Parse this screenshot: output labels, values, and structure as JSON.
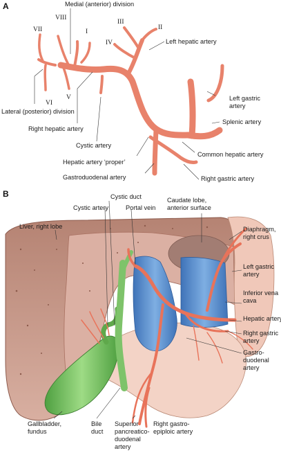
{
  "panels": {
    "a": {
      "letter": "A"
    },
    "b": {
      "letter": "B"
    }
  },
  "panel_a": {
    "segments": {
      "s1": "I",
      "s2": "II",
      "s3": "III",
      "s4": "IV",
      "s5": "V",
      "s6": "VI",
      "s7": "VII",
      "s8": "VIII"
    },
    "labels": {
      "medial_division": "Medial (anterior) division",
      "left_hepatic": "Left hepatic artery",
      "lateral_division": "Lateral (posterior) division",
      "right_hepatic": "Right hepatic artery",
      "cystic": "Cystic artery",
      "hepatic_proper": "Hepatic artery ‘proper’",
      "gastroduodenal": "Gastroduodenal artery",
      "left_gastric": [
        "Left gastric",
        "artery"
      ],
      "splenic": "Splenic artery",
      "common_hepatic": "Common hepatic artery",
      "right_gastric": "Right gastric artery"
    }
  },
  "panel_b": {
    "labels": {
      "cystic_duct": "Cystic duct",
      "cystic_artery": "Cystic artery",
      "portal_vein": "Portal vein",
      "caudate_lobe": [
        "Caudate lobe,",
        "anterior surface"
      ],
      "liver_right_lobe": "Liver, right lobe",
      "diaphragm": [
        "Diaphragm,",
        "right crus"
      ],
      "left_gastric": [
        "Left gastric",
        "artery"
      ],
      "ivc": [
        "Inferior vena",
        "cava"
      ],
      "hepatic_artery": "Hepatic artery",
      "right_gastric": [
        "Right gastric",
        "artery"
      ],
      "gastroduodenal": [
        "Gastro-",
        "duodenal",
        "artery"
      ],
      "gallbladder": [
        "Gallbladder,",
        "fundus"
      ],
      "bile_duct": [
        "Bile",
        "duct"
      ],
      "sup_pancreatico": [
        "Superior",
        "pancreatico-",
        "duodenal",
        "artery"
      ],
      "right_gastroepiploic": [
        "Right gastro-",
        "epiploic artery"
      ]
    }
  },
  "colors": {
    "artery": "#e8826b",
    "artery_dark": "#b5473a",
    "liver": "#c9998c",
    "liver_light": "#dcb7aa",
    "vein": "#5f93cf",
    "bile": "#7ec36a",
    "skin": "#f1cdbf"
  }
}
